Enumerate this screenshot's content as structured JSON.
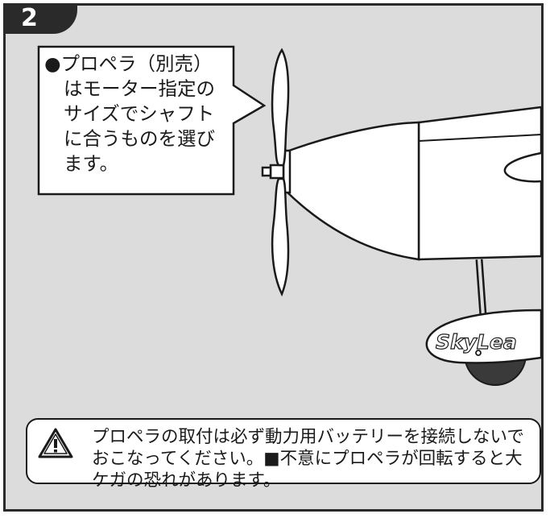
{
  "step": {
    "number": "2"
  },
  "callout": {
    "bullet": "●",
    "line1": "プロペラ（別売）",
    "rest": "はモーター指定のサイズでシャフトに合うものを選びます。"
  },
  "fuselage": {
    "logo_text": "SkyLea"
  },
  "warning": {
    "icon": "warning-triangle-icon",
    "text": "プロペラの取付は必ず動力用バッテリーを接続しないでおこなってください。■不意にプロペラが回転すると大ケガの恐れがあります。"
  },
  "colors": {
    "panel_bg": "#dcdcdc",
    "frame": "#2a2a2a",
    "wheel": "#3a3a3a"
  }
}
